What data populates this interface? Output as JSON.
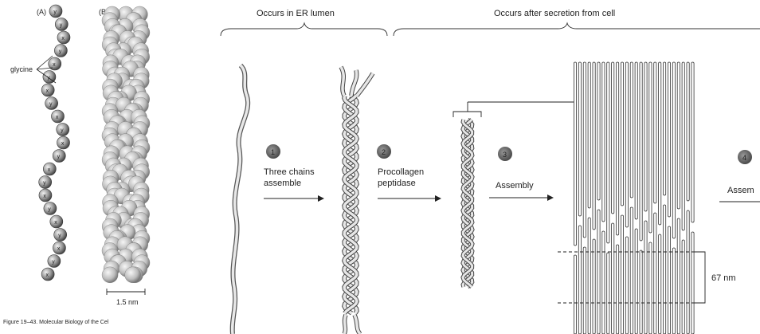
{
  "panel_a": {
    "tag": "(A)",
    "label_glycine": "glycine",
    "residues": [
      "y",
      "y",
      "x",
      "y",
      "x",
      "y",
      "x",
      "y",
      "x",
      "y",
      "x",
      "y",
      "x",
      "y",
      "x",
      "y",
      "x",
      "y",
      "x",
      "y",
      "x"
    ]
  },
  "panel_b": {
    "tag": "(B)",
    "scale_label": "1.5 nm"
  },
  "caption": "Figure 19–43. Molecular Biology of the Cel",
  "regions": {
    "er_lumen": "Occurs in ER lumen",
    "after_secretion": "Occurs after secretion from cell"
  },
  "steps": [
    {
      "number": "1",
      "line1": "Three chains",
      "line2": "assemble"
    },
    {
      "number": "2",
      "line1": "Procollagen",
      "line2": "peptidase"
    },
    {
      "number": "3",
      "line1": "Assembly",
      "line2": ""
    },
    {
      "number": "4",
      "line1": "Assem",
      "line2": ""
    }
  ],
  "period_label": "67 nm"
}
